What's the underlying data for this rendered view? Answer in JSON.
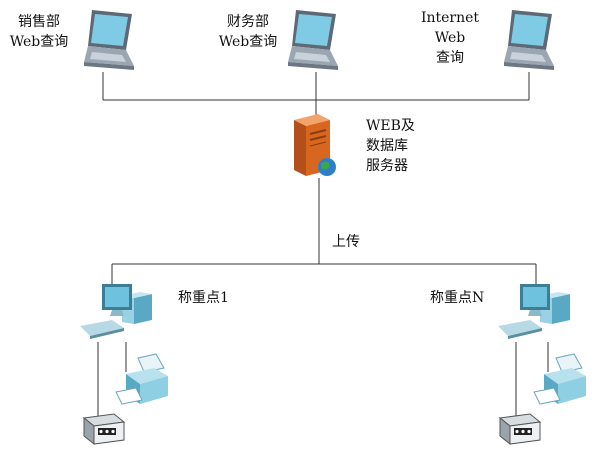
{
  "clients": [
    {
      "line1": "销售部",
      "line2": "Web查询"
    },
    {
      "line1": "财务部",
      "line2": "Web查询"
    },
    {
      "line1": "Internet",
      "line2": "Web",
      "line3": "查询"
    }
  ],
  "server": {
    "line1": "WEB及",
    "line2": "数据库",
    "line3": "服务器"
  },
  "upload_label": "上传",
  "stations": [
    {
      "label": "称重点1"
    },
    {
      "label": "称重点N"
    }
  ],
  "colors": {
    "line": "#333333",
    "laptop_screen": "#7fcbe6",
    "laptop_body": "#9aa7b3",
    "server_body": "#d9661f",
    "pc_monitor": "#6fc2dd",
    "pc_case": "#9ad1e4",
    "printer": "#8fcfe3"
  }
}
